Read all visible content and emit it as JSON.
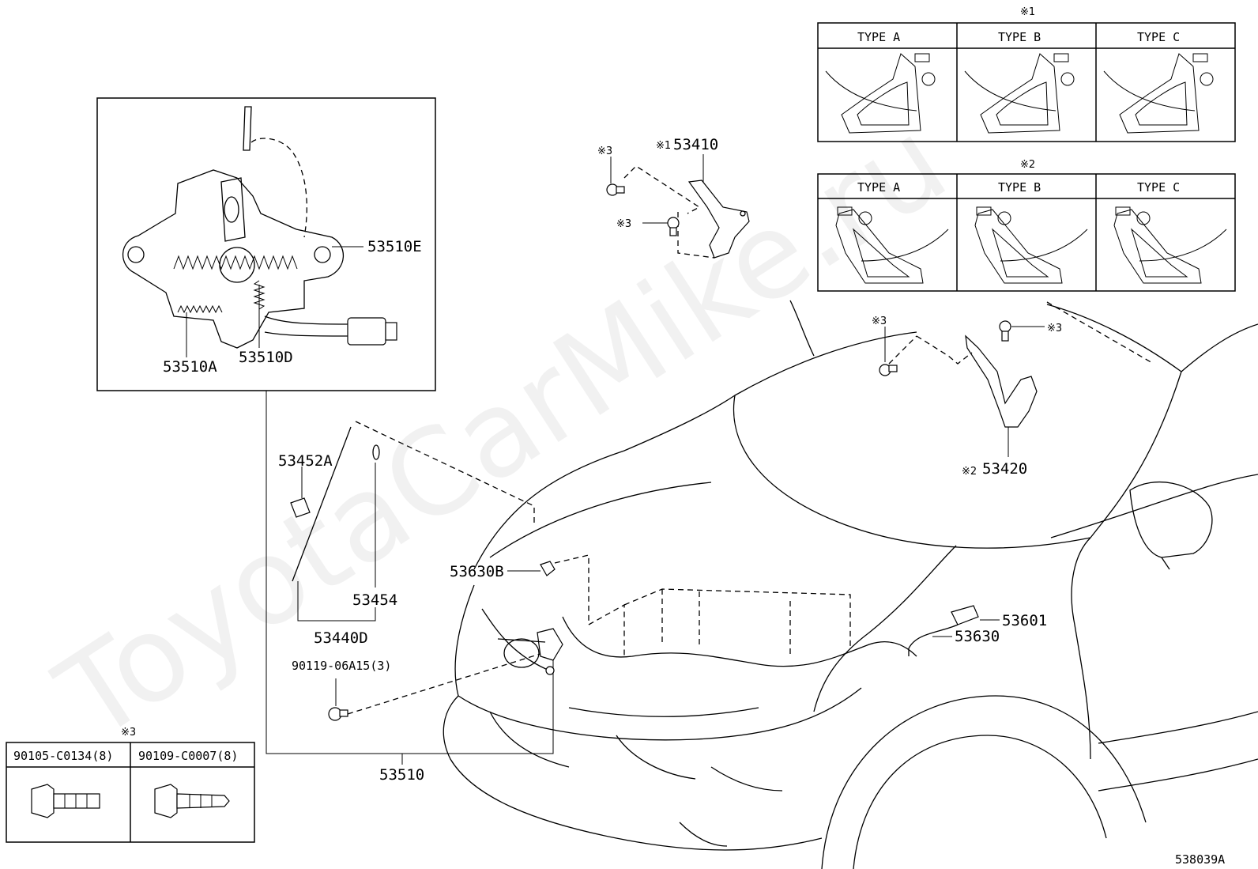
{
  "watermark": "ToyotaCarMike.ru",
  "figure_code": "538039A",
  "detail_box": {
    "labels": {
      "spring_e": "53510E",
      "part_a": "53510A",
      "part_d": "53510D"
    }
  },
  "callouts": {
    "hinge_left_ref": "※1",
    "hinge_left": "53410",
    "hinge_right_ref": "※2",
    "hinge_right": "53420",
    "bolt_ref_1": "※3",
    "bolt_ref_2": "※3",
    "bolt_ref_3": "※3",
    "bolt_ref_4": "※3",
    "support_clip": "53452A",
    "support_rod": "53454",
    "support_set": "53440D",
    "bolt_qty": "90119-06A15(3)",
    "lock_assy": "53510",
    "cable_clamp": "53630B",
    "release_cable": "53630",
    "lever": "53601"
  },
  "type_tables": [
    {
      "ref": "※1",
      "headers": [
        "TYPE A",
        "TYPE B",
        "TYPE C"
      ]
    },
    {
      "ref": "※2",
      "headers": [
        "TYPE A",
        "TYPE B",
        "TYPE C"
      ]
    }
  ],
  "bolt_table": {
    "ref": "※3",
    "headers": [
      "90105-C0134(8)",
      "90109-C0007(8)"
    ]
  }
}
